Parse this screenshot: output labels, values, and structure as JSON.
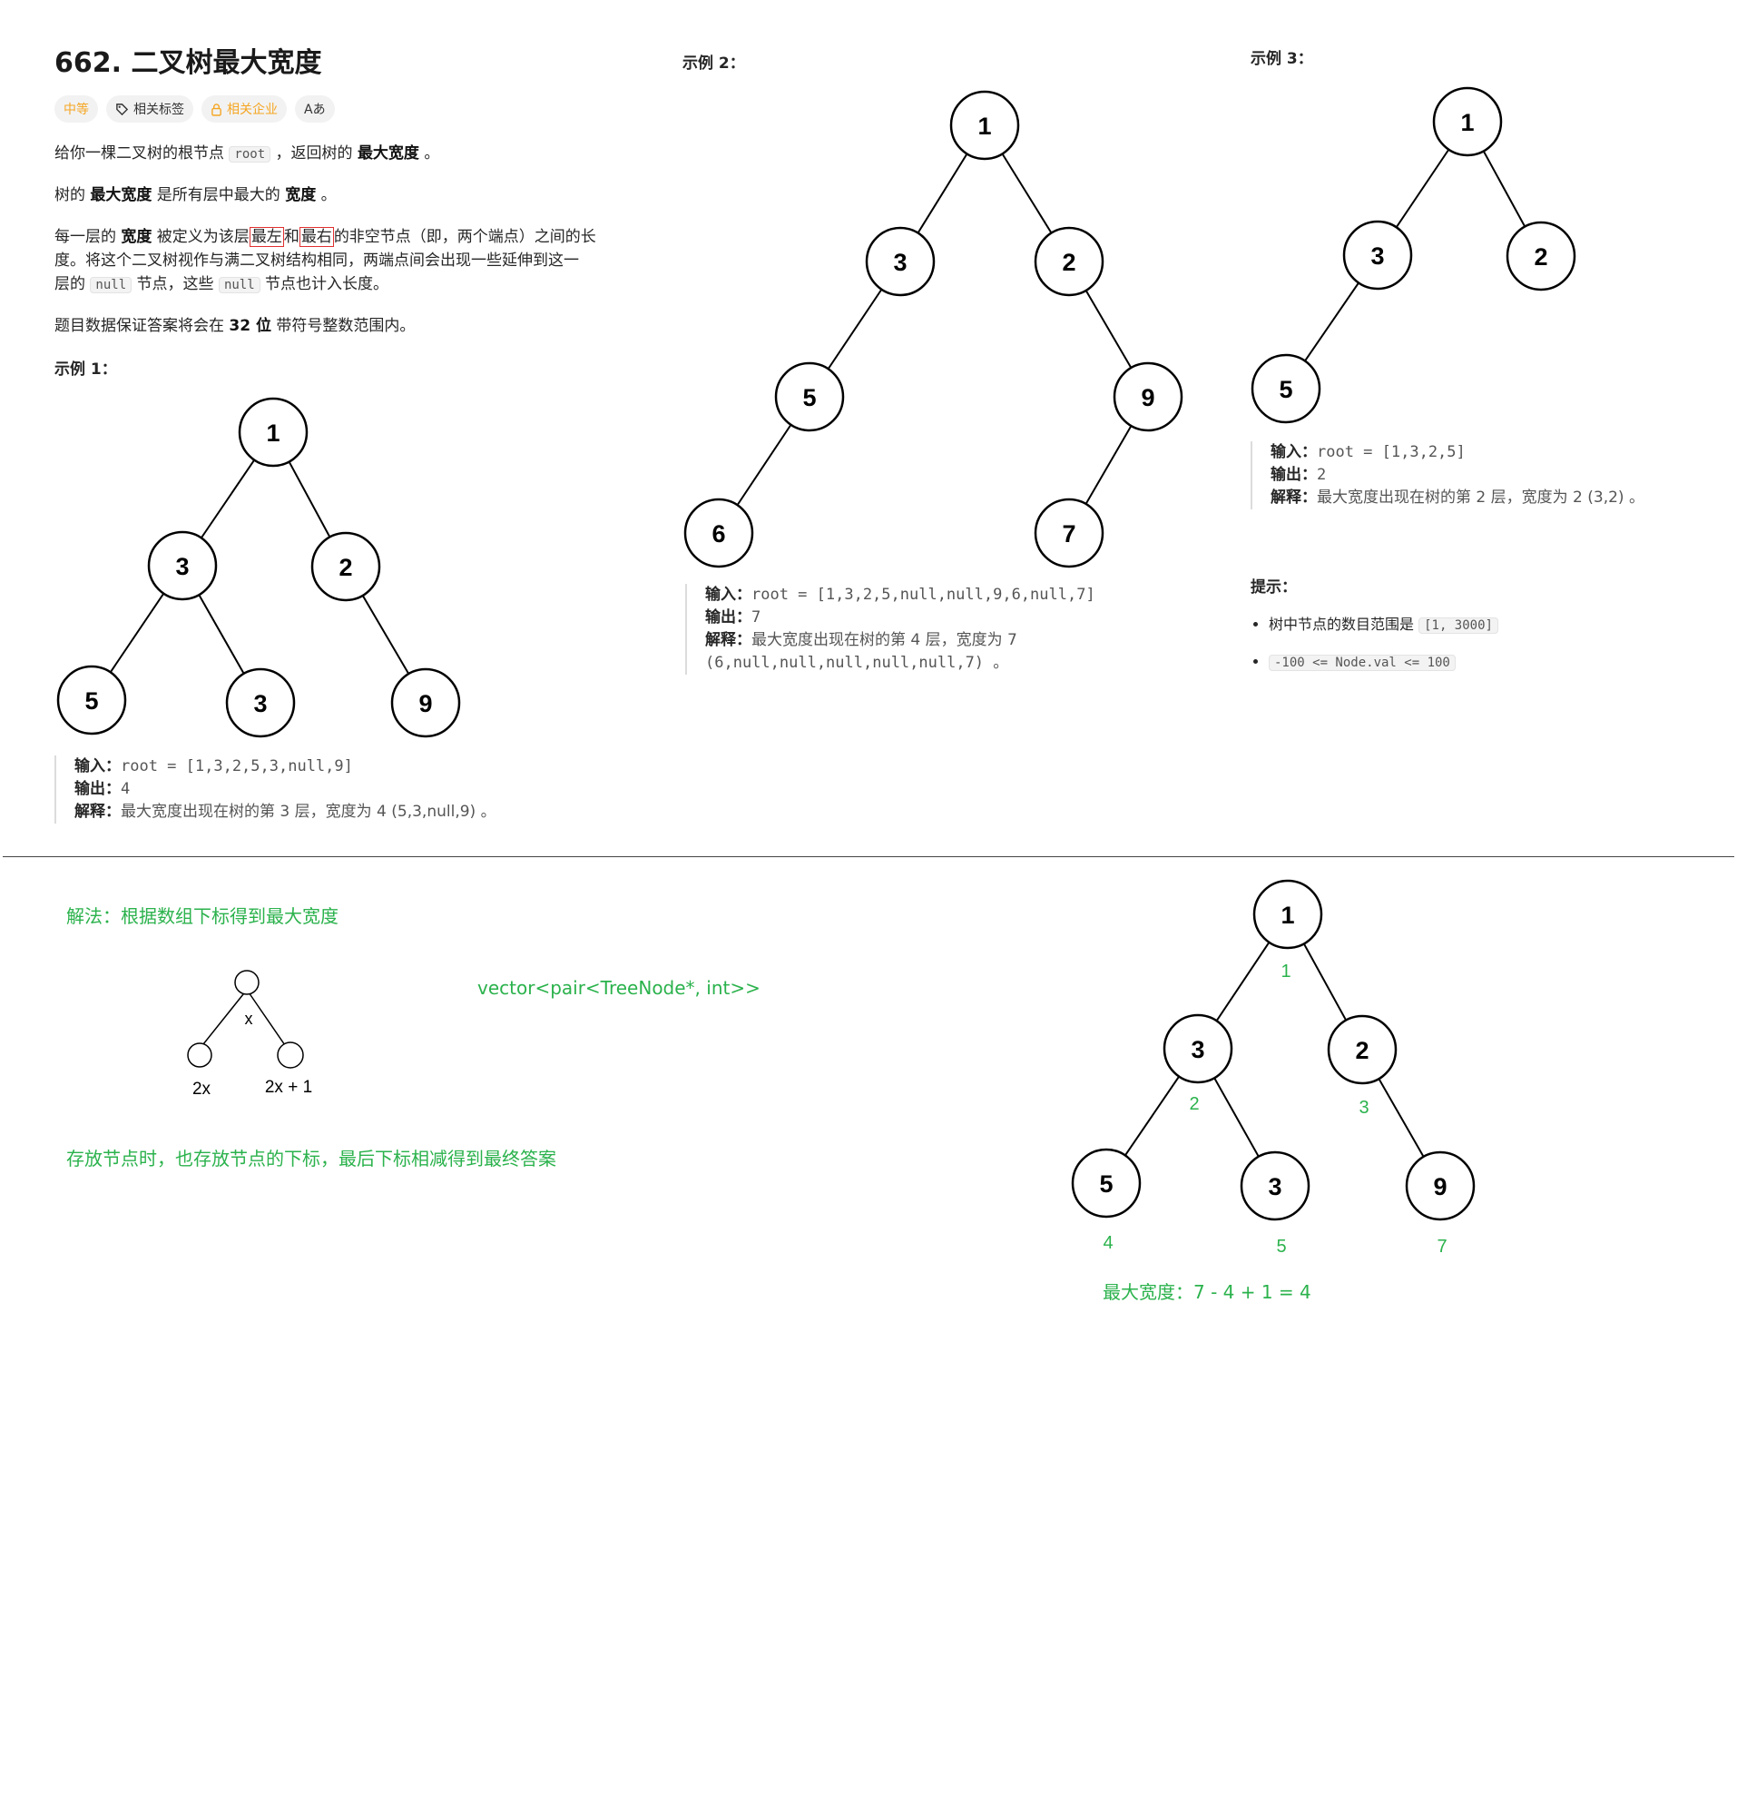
{
  "problem": {
    "title": "662. 二叉树最大宽度",
    "tags": {
      "difficulty": "中等",
      "related_tags": "相关标签",
      "related_companies": "相关企业",
      "font_toggle": "Aあ"
    },
    "p1": {
      "a": "给你一棵二叉树的根节点 ",
      "code": "root",
      "b": " ，返回树的 ",
      "bold": "最大宽度",
      "c": " 。"
    },
    "p2": {
      "a": "树的 ",
      "bold1": "最大宽度",
      "b": " 是所有层中最大的 ",
      "bold2": "宽度",
      "c": " 。"
    },
    "p3": {
      "a": "每一层的 ",
      "bold": "宽度",
      "b": " 被定义为该层",
      "box1": "最左",
      "c": "和",
      "box2": "最右",
      "d": "的非空节点（即，两个端点）之间的长",
      "e": "度。将这个二叉树视作与满二叉树结构相同，两端点间会出现一些延伸到这一",
      "f": "层的 ",
      "code1": "null",
      "g": " 节点，这些 ",
      "code2": "null",
      "h": " 节点也计入长度。"
    },
    "p4": {
      "a": "题目数据保证答案将会在 ",
      "bold": "32 位",
      "b": " 带符号整数范围内。"
    }
  },
  "examples": [
    {
      "heading": "示例 1：",
      "nodes": [
        "1",
        "3",
        "2",
        "5",
        "3",
        "9"
      ],
      "input_label": "输入：",
      "input_value": "root = [1,3,2,5,3,null,9]",
      "output_label": "输出：",
      "output_value": "4",
      "explain_label": "解释：",
      "explain_value": "最大宽度出现在树的第 3 层，宽度为 4 (5,3,null,9) 。"
    },
    {
      "heading": "示例 2：",
      "nodes": [
        "1",
        "3",
        "2",
        "5",
        "9",
        "6",
        "7"
      ],
      "input_label": "输入：",
      "input_value": "root = [1,3,2,5,null,null,9,6,null,7]",
      "output_label": "输出：",
      "output_value": "7",
      "explain_label": "解释：",
      "explain_value": "最大宽度出现在树的第 4 层，宽度为 7",
      "explain_value2": "(6,null,null,null,null,null,7) 。"
    },
    {
      "heading": "示例 3：",
      "nodes": [
        "1",
        "3",
        "2",
        "5"
      ],
      "input_label": "输入：",
      "input_value": "root = [1,3,2,5]",
      "output_label": "输出：",
      "output_value": "2",
      "explain_label": "解释：",
      "explain_value": "最大宽度出现在树的第 2 层，宽度为 2 (3,2) 。"
    }
  ],
  "hints": {
    "heading": "提示：",
    "item1_text": "树中节点的数目范围是 ",
    "item1_code": "[1, 3000]",
    "item2_code": "-100 <= Node.val <= 100"
  },
  "notes": {
    "solution_title": "解法：根据数组下标得到最大宽度",
    "diagram_parent": "x",
    "diagram_left": "2x",
    "diagram_right": "2x + 1",
    "vector_text": "vector<pair<TreeNode*, int>>",
    "storage_text": "存放节点时，也存放节点的下标，最后下标相减得到最终答案",
    "tree_nodes": [
      "1",
      "3",
      "2",
      "5",
      "3",
      "9"
    ],
    "tree_indices": [
      "1",
      "2",
      "3",
      "4",
      "5",
      "7"
    ],
    "result_text": "最大宽度：7 - 4 + 1 = 4"
  }
}
